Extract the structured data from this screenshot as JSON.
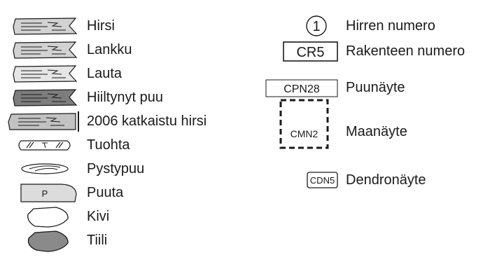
{
  "left_items": [
    {
      "label": "Hirsi",
      "icon": "log-icon",
      "fill": "#d2d2d2"
    },
    {
      "label": "Lankku",
      "icon": "plank-icon",
      "fill": "#d2d2d2"
    },
    {
      "label": "Lauta",
      "icon": "board-icon",
      "fill": "#e6e6e6"
    },
    {
      "label": "Hiiltynyt puu",
      "icon": "charred-wood-icon",
      "fill": "#7d7d7d"
    },
    {
      "label": "2006 katkaistu hirsi",
      "icon": "cut-log-icon",
      "fill": "#c2c2c2"
    },
    {
      "label": "Tuohta",
      "icon": "birch-bark-icon",
      "fill": "#ffffff"
    },
    {
      "label": "Pystypuu",
      "icon": "upright-wood-icon",
      "fill": "#ffffff"
    },
    {
      "label": "Puuta",
      "icon": "wood-icon",
      "fill": "#dcdcdc",
      "letter": "P"
    },
    {
      "label": "Kivi",
      "icon": "stone-icon",
      "fill": "#ffffff"
    },
    {
      "label": "Tiili",
      "icon": "brick-icon",
      "fill": "#8a8a8a"
    }
  ],
  "right_items": [
    {
      "label": "Hirren numero",
      "icon": "log-number-circle-icon",
      "code": "1"
    },
    {
      "label": "Rakenteen numero",
      "icon": "structure-number-box-icon",
      "code": "CR5"
    },
    {
      "label": "Puunäyte",
      "icon": "wood-sample-box-icon",
      "code": "CPN28"
    },
    {
      "label": "Maanäyte",
      "icon": "soil-sample-dashed-box-icon",
      "code": "CMN2"
    },
    {
      "label": "Dendronäyte",
      "icon": "dendro-sample-box-icon",
      "code": "CDN5"
    }
  ],
  "colors": {
    "stroke": "#1a1a1a",
    "light_fill": "#d2d2d2",
    "dark_fill": "#7d7d7d"
  }
}
